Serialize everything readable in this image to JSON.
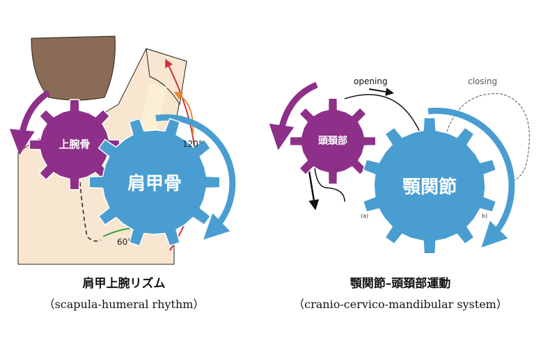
{
  "left": {
    "gear_small_label": "上腕骨",
    "gear_large_label": "肩甲骨",
    "angle_label": "60°",
    "angle_label_2": "120°",
    "caption_title": "肩甲上腕リズム",
    "caption_subtitle": "（scapula-humeral rhythm）"
  },
  "right": {
    "gear_small_label": "頭頚部",
    "gear_large_label": "顎関節",
    "opening_label": "opening",
    "closing_label": "closing",
    "fig_a": "(a)",
    "fig_b": "b)",
    "caption_title": "顎関節–頭頚部運動",
    "caption_subtitle": "（cranio-cervico-mandibular system）"
  },
  "colors": {
    "purple": "#8e3089",
    "blue": "#4a9dd0",
    "skin": "#f8e6d0",
    "hair": "#8a6c56",
    "red": "#d0303c",
    "orange": "#e58a2e",
    "green": "#3aa047"
  }
}
